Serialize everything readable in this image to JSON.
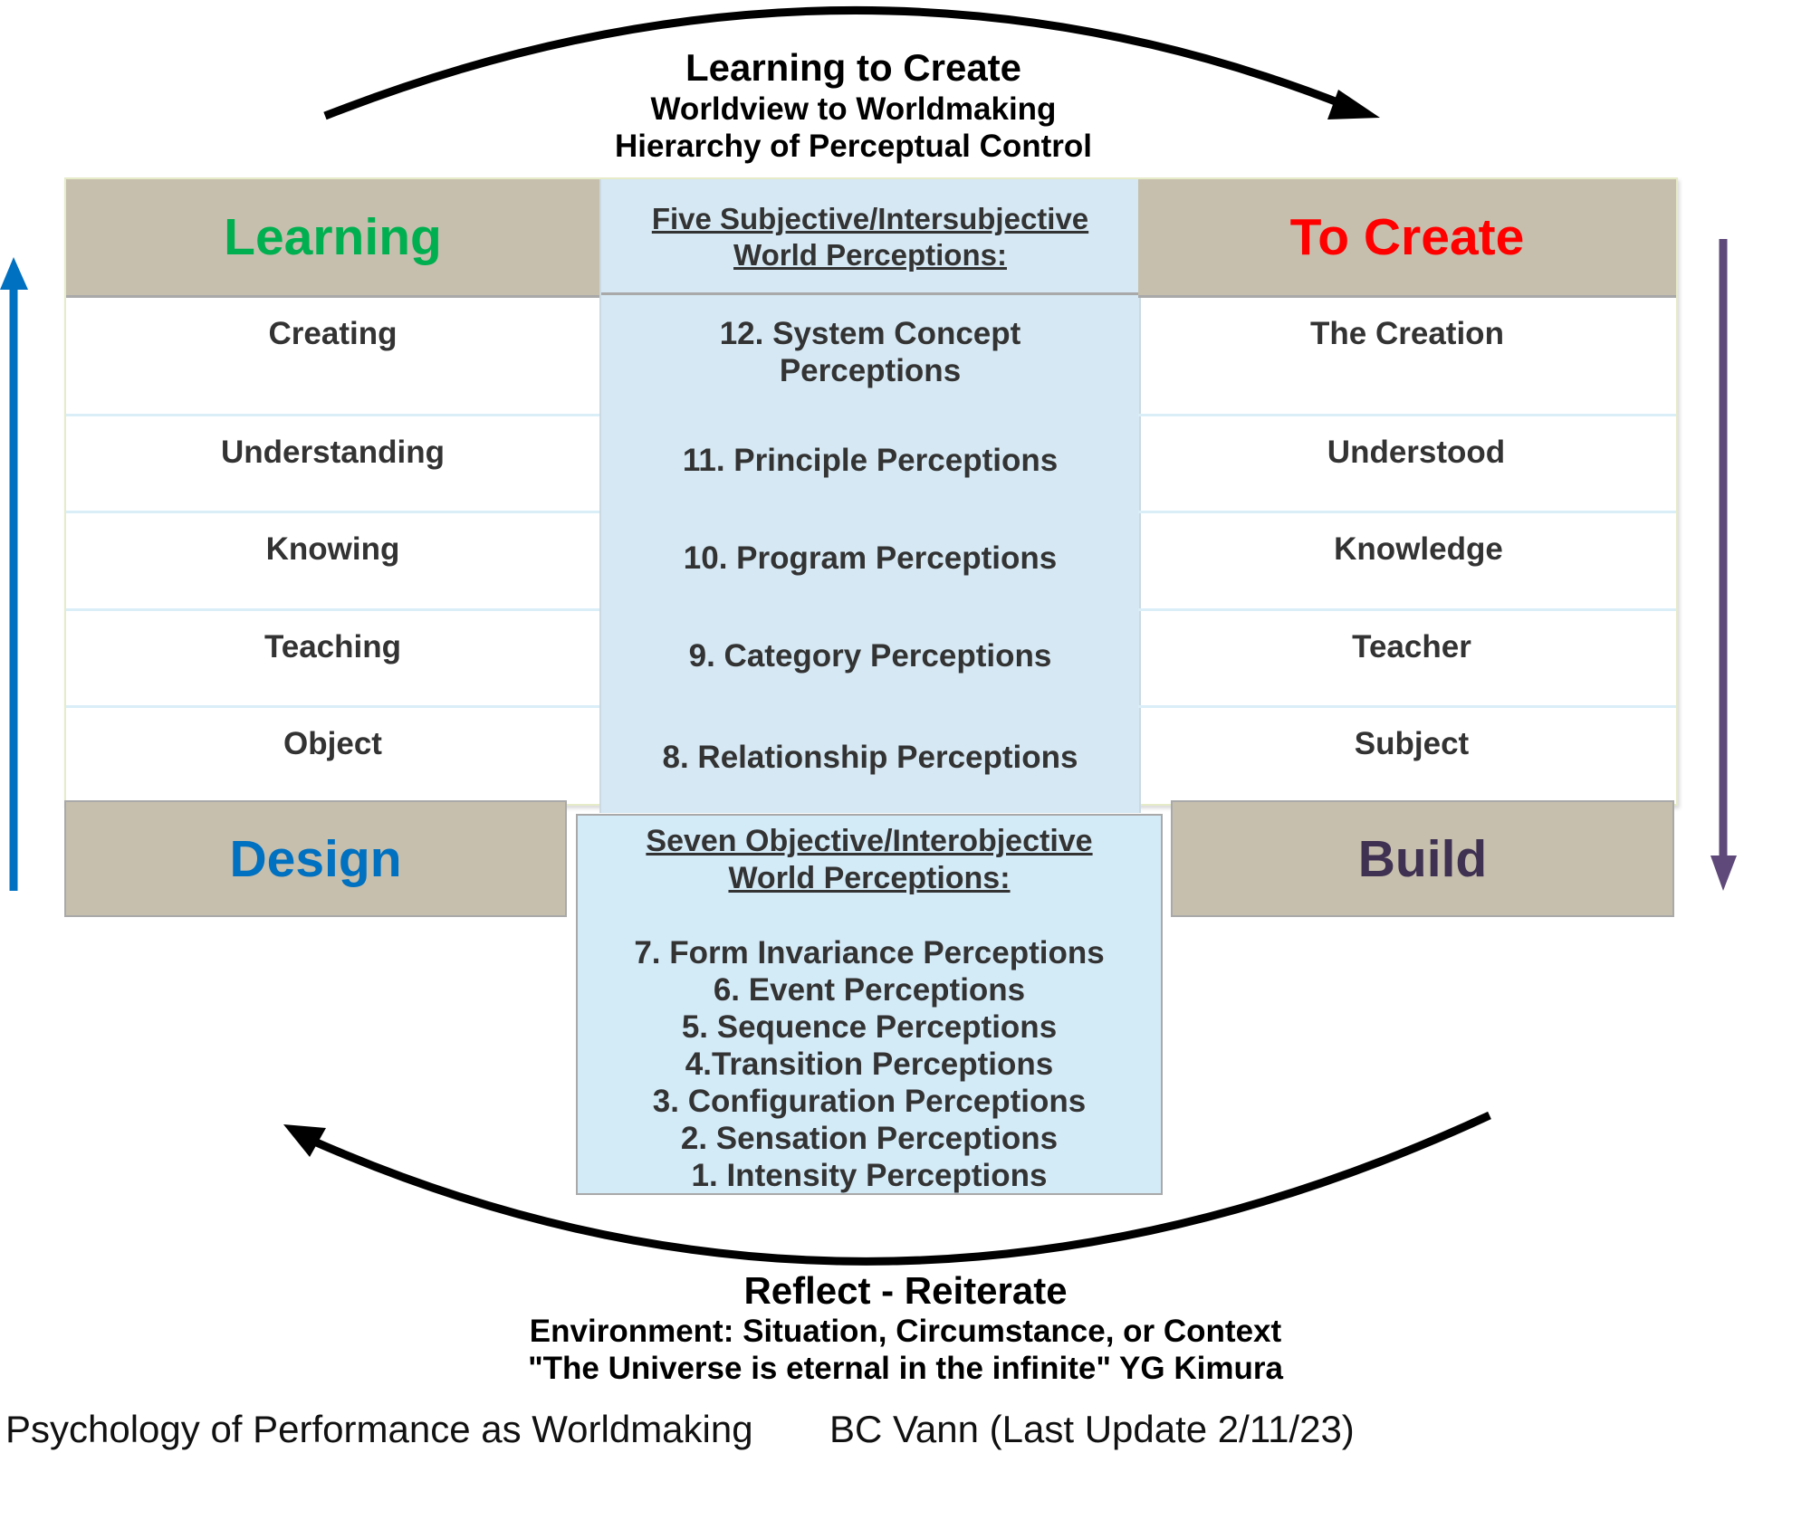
{
  "title": {
    "main": "Learning to Create",
    "sub1": "Worldview to Worldmaking",
    "sub2": "Hierarchy of Perceptual Control"
  },
  "left_column": {
    "header": "Learning",
    "rows": [
      "Creating",
      "Understanding",
      "Knowing",
      "Teaching",
      "Object"
    ],
    "footer": "Design"
  },
  "center_column": {
    "header_line1": "Five Subjective/Intersubjective",
    "header_line2": "World Perceptions:",
    "rows": [
      "12. System Concept",
      "Perceptions",
      "11. Principle Perceptions",
      "10. Program Perceptions",
      "9. Category Perceptions",
      "8. Relationship Perceptions"
    ]
  },
  "right_column": {
    "header": "To Create",
    "rows": [
      "The Creation",
      "Understood",
      "Knowledge",
      "Teacher",
      "Subject"
    ],
    "footer": "Build"
  },
  "objective_box": {
    "header_line1": "Seven Objective/Interobjective",
    "header_line2": "World Perceptions:",
    "items": [
      "7. Form Invariance Perceptions",
      "6. Event Perceptions",
      "5. Sequence Perceptions",
      "4.Transition Perceptions",
      "3. Configuration Perceptions",
      "2. Sensation Perceptions",
      "1. Intensity Perceptions"
    ]
  },
  "bottom": {
    "main": "Reflect - Reiterate",
    "line1": "Environment: Situation, Circumstance, or Context",
    "line2": "\"The Universe is eternal in the infinite\" YG Kimura"
  },
  "footer": {
    "left": "Psychology of Performance as Worldmaking",
    "right": "BC Vann (Last Update 2/11/23)"
  },
  "colors": {
    "learning": "#00b050",
    "to_create": "#ff0000",
    "design": "#0070c0",
    "build": "#3f3151",
    "up_arrow": "#0070c0",
    "down_arrow": "#5f497a",
    "header_bg": "#c6bfad",
    "center_bg": "#d5e8f3"
  }
}
